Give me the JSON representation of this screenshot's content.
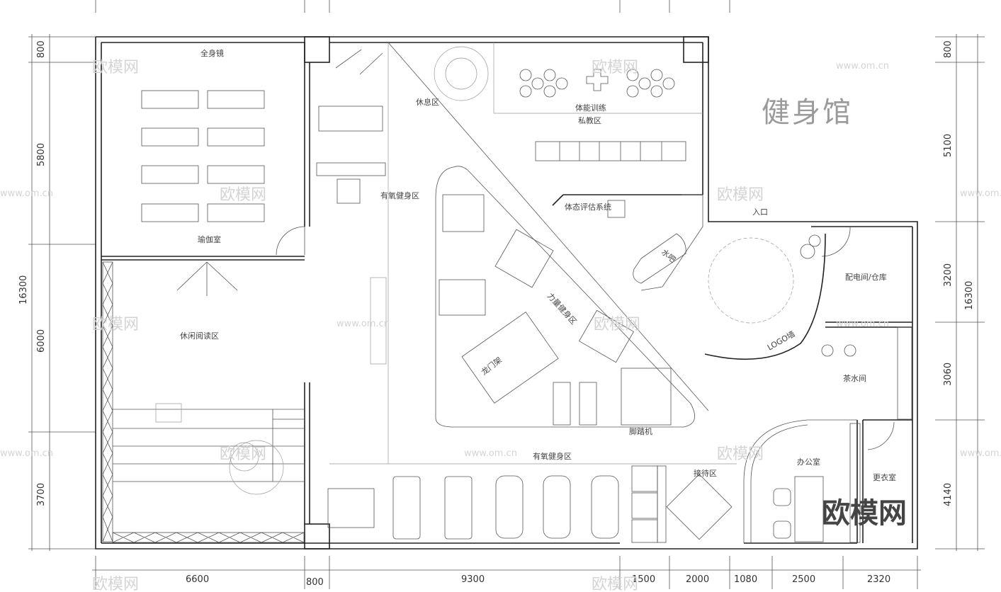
{
  "title": "健身馆",
  "brand_logo": "欧模网",
  "watermarks": [
    "欧模网",
    "www.om.cn"
  ],
  "rooms": {
    "full_mirror": "全身镜",
    "yoga_room": "瑜伽室",
    "reading": "休闲阅读区",
    "rest": "休息区",
    "fitness_training": "体能训练",
    "private_coach": "私教区",
    "aerobic_1": "有氧健身区",
    "aerobic_2": "有氧健身区",
    "body_assess": "体态评估系统",
    "strength": "力量健身区",
    "gantry": "龙门架",
    "leg_machine": "脚踏机",
    "entrance": "入口",
    "water_bar": "水吧",
    "logo_wall": "LOGO墙",
    "power_storage": "配电间/仓库",
    "tea_room": "茶水间",
    "reception": "接待区",
    "office": "办公室",
    "locker": "更衣室"
  },
  "dims_top": {},
  "dims_bottom": [
    "6600",
    "800",
    "9300",
    "1500",
    "2000",
    "1080",
    "2500",
    "2320"
  ],
  "dims_left": [
    "800",
    "5800",
    "6000",
    "3700"
  ],
  "dims_left_total": "16300",
  "dims_right": [
    "800",
    "5100",
    "3200",
    "3060",
    "4140"
  ],
  "dims_right_total": "16300"
}
